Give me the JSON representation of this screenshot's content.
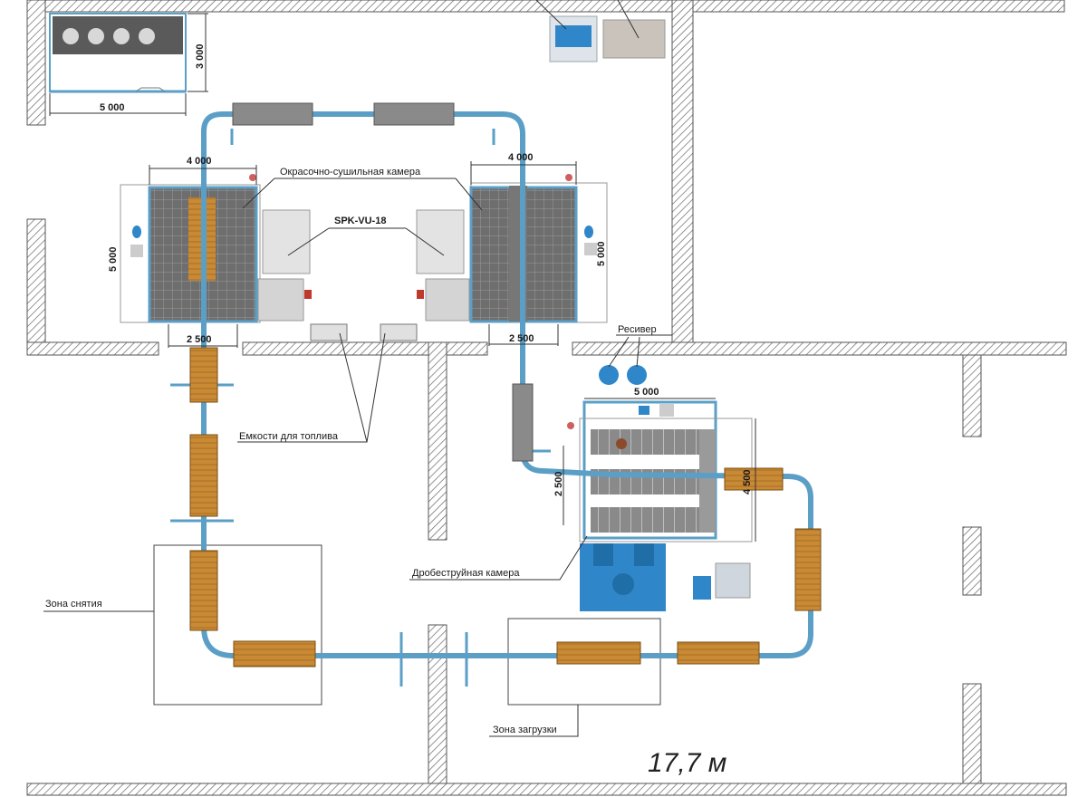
{
  "labels": {
    "paint_booth": "Окрасочно-сушильная камера",
    "model": "SPK-VU-18",
    "fuel_tanks": "Емкости для топлива",
    "receiver": "Ресивер",
    "shot_blast": "Дробеструйная камера",
    "removal_zone": "Зона снятия",
    "loading_zone": "Зона загрузки"
  },
  "dimensions": {
    "d1_width": "5 000",
    "d1_height": "3 000",
    "booth1_width": "4 000",
    "booth1_height": "5 000",
    "booth1_bottom": "2 500",
    "booth2_width": "4 000",
    "booth2_height": "5 000",
    "booth2_bottom": "2 500",
    "blast_width": "5 000",
    "blast_left": "2 500",
    "blast_right": "4 500"
  },
  "hall_length": "17,7 м",
  "colors": {
    "rail": "#5b9fc7",
    "wall_hatch": "#555555",
    "grid": "#6c6c6c",
    "wood": "#c98a35",
    "equipment": "#2f86c9"
  }
}
